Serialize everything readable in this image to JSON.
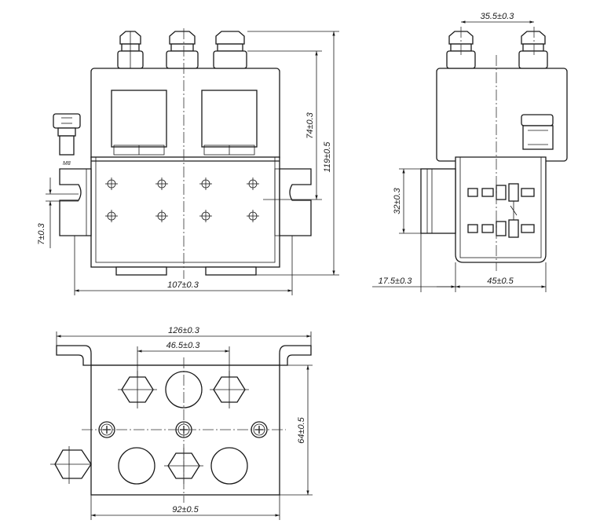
{
  "front_view": {
    "width_label": "107±0.3",
    "height_total_label": "119±0.5",
    "height_body_label": "74±0.3",
    "slot_label": "7±0.3",
    "terminal_label": "M8"
  },
  "side_view": {
    "terminal_spacing_label": "35.5±0.3",
    "bracket_height_label": "32±0.3",
    "offset_label": "17.5±0.3",
    "width_label": "45±0.5"
  },
  "top_view": {
    "overall_width_label": "126±0.3",
    "center_spacing_label": "46.5±0.3",
    "depth_label": "64±0.5",
    "body_width_label": "92±0.5"
  }
}
